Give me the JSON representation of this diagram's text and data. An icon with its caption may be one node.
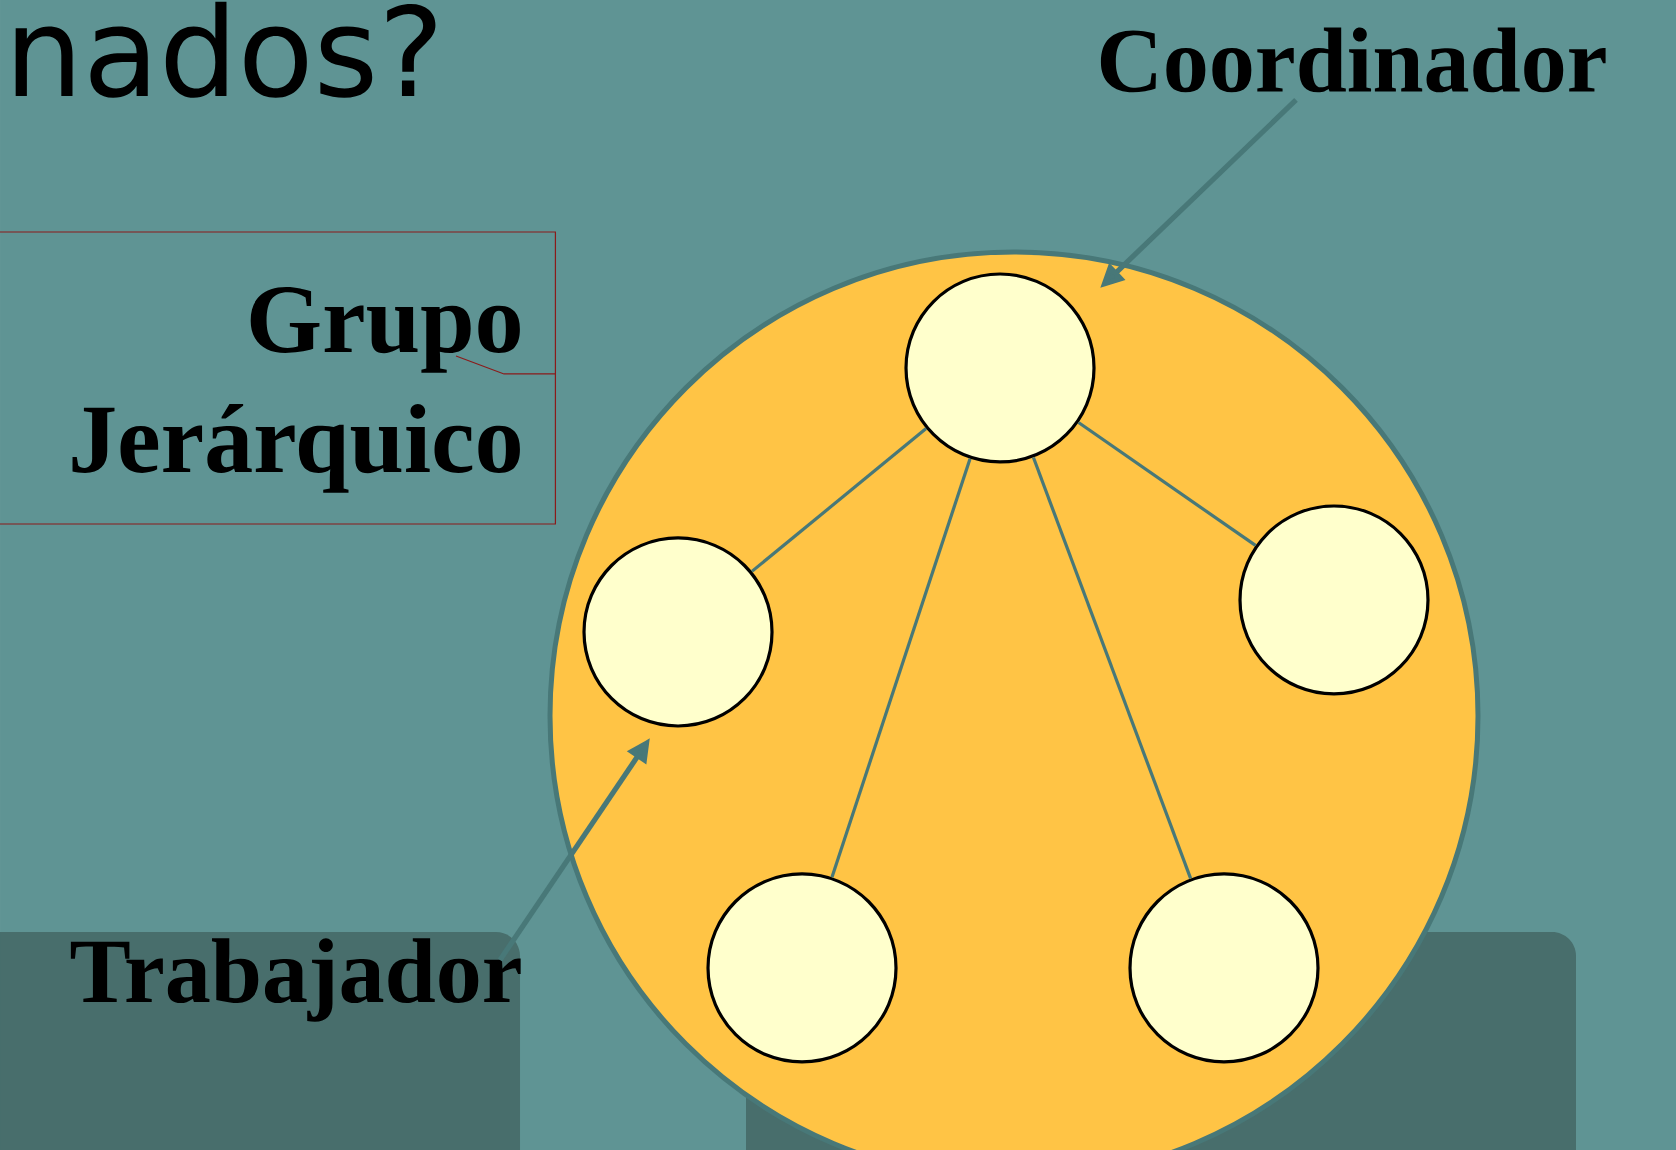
{
  "diagram": {
    "nodes": [
      {
        "text": [],
        "shape": "circle"
      },
      {
        "text": [],
        "shape": "circle",
        "in": 0
      },
      {
        "text": [],
        "shape": "circle",
        "in": 0
      },
      {
        "text": [],
        "shape": "circle",
        "in": 0
      },
      {
        "text": [],
        "shape": "circle",
        "in": 0
      },
      {
        "text": [],
        "shape": "circle",
        "in": 0
      },
      {
        "text": [
          "Coordinador"
        ]
      },
      {
        "text": [
          "Trabajador"
        ]
      },
      {
        "text": [
          "Grupo Jerárquico"
        ]
      }
    ],
    "edges": [
      {
        "from": 1,
        "to": 2,
        "arrow": "none"
      },
      {
        "from": 1,
        "to": 4,
        "arrow": "none"
      },
      {
        "from": 1,
        "to": 5,
        "arrow": "none"
      },
      {
        "from": 1,
        "to": 3,
        "arrow": "none"
      },
      {
        "from": 6,
        "to": 1,
        "arrow": "to"
      },
      {
        "from": 7,
        "to": 2,
        "arrow": "to"
      },
      {
        "from": 8,
        "to": null,
        "arrow": "none",
        "color": "#8b1a1a"
      }
    ],
    "labels": [
      "nados?"
    ]
  }
}
